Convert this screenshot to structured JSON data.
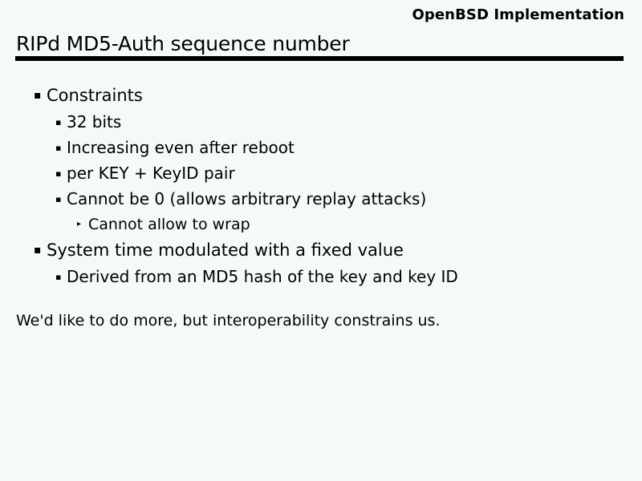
{
  "slide": {
    "header_note": "OpenBSD Implementation",
    "title": "RIPd MD5-Auth sequence number",
    "closing_note": "We'd like to do more, but interoperability constrains us.",
    "colors": {
      "background": "#f5faf7",
      "text": "#000000",
      "rule": "#000000"
    },
    "markers": {
      "level1": "▪",
      "level2": "▪",
      "level3": "▸"
    },
    "bullets": [
      {
        "level": 1,
        "text": "Constraints",
        "marker": "▪"
      },
      {
        "level": 2,
        "text": "32 bits",
        "marker": "▪"
      },
      {
        "level": 2,
        "text": "Increasing even after reboot",
        "marker": "▪"
      },
      {
        "level": 2,
        "text": "per KEY + KeyID pair",
        "marker": "▪"
      },
      {
        "level": 2,
        "text": "Cannot be 0 (allows arbitrary replay attacks)",
        "marker": "▪"
      },
      {
        "level": 3,
        "text": "Cannot allow to wrap",
        "marker": "▸"
      },
      {
        "level": 1,
        "text": "System time modulated with a fixed value",
        "marker": "▪"
      },
      {
        "level": 2,
        "text": "Derived from an MD5 hash of the key and key ID",
        "marker": "▪"
      }
    ]
  }
}
